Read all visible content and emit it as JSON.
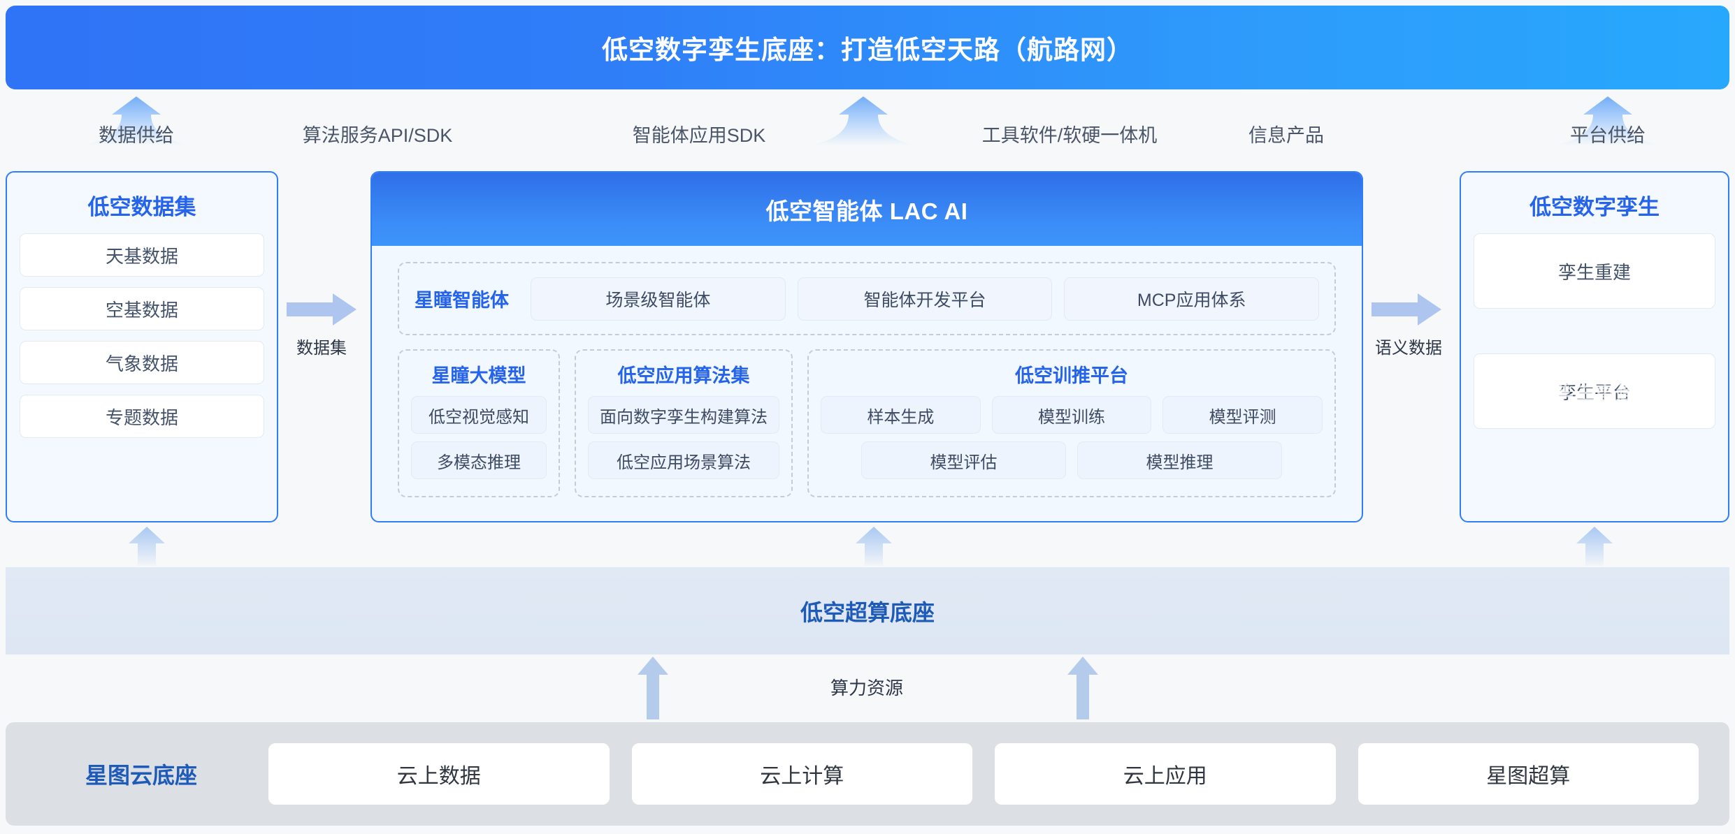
{
  "banner": {
    "title": "低空数字孪生底座：打造低空天路（航路网）"
  },
  "connectors": {
    "supply_labels": [
      {
        "text": "数据供给"
      },
      {
        "text": "算法服务API/SDK"
      },
      {
        "text": "智能体应用SDK"
      },
      {
        "text": "工具软件/软硬一体机"
      },
      {
        "text": "信息产品"
      },
      {
        "text": "平台供给"
      }
    ],
    "dataset_arrow_label": "数据集",
    "semantic_arrow_label": "语义数据",
    "compute_arrow_label": "算力资源"
  },
  "left_panel": {
    "title": "低空数据集",
    "items": [
      {
        "label": "天基数据"
      },
      {
        "label": "空基数据"
      },
      {
        "label": "气象数据"
      },
      {
        "label": "专题数据"
      }
    ]
  },
  "center_panel": {
    "title": "低空智能体 LAC AI",
    "agent_row": {
      "lead_label": "星瞳智能体",
      "items": [
        {
          "label": "场景级智能体"
        },
        {
          "label": "智能体开发平台"
        },
        {
          "label": "MCP应用体系"
        }
      ]
    },
    "groups": [
      {
        "title": "星瞳大模型",
        "items": [
          {
            "label": "低空视觉感知"
          },
          {
            "label": "多模态推理"
          }
        ]
      },
      {
        "title": "低空应用算法集",
        "items": [
          {
            "label": "面向数字孪生构建算法"
          },
          {
            "label": "低空应用场景算法"
          }
        ]
      },
      {
        "title": "低空训推平台",
        "row1": [
          {
            "label": "样本生成"
          },
          {
            "label": "模型训练"
          },
          {
            "label": "模型评测"
          }
        ],
        "row2": [
          {
            "label": "模型评估"
          },
          {
            "label": "模型推理"
          }
        ]
      }
    ]
  },
  "right_panel": {
    "title": "低空数字孪生",
    "items": [
      {
        "label": "孪生重建"
      },
      {
        "label": "孪生平台"
      }
    ],
    "ghost_label": "孪生重建"
  },
  "supercompute_band": {
    "title": "低空超算底座"
  },
  "cloud_band": {
    "title": "星图云底座",
    "cards": [
      {
        "label": "云上数据"
      },
      {
        "label": "云上计算"
      },
      {
        "label": "云上应用"
      },
      {
        "label": "星图超算"
      }
    ]
  },
  "colors": {
    "brand_blue": "#2f7ef8",
    "title_blue": "#2563eb",
    "deep_blue": "#1e5bb8",
    "arrow_blue": "#aec6ef",
    "page_bg": "#f6f8fa"
  }
}
